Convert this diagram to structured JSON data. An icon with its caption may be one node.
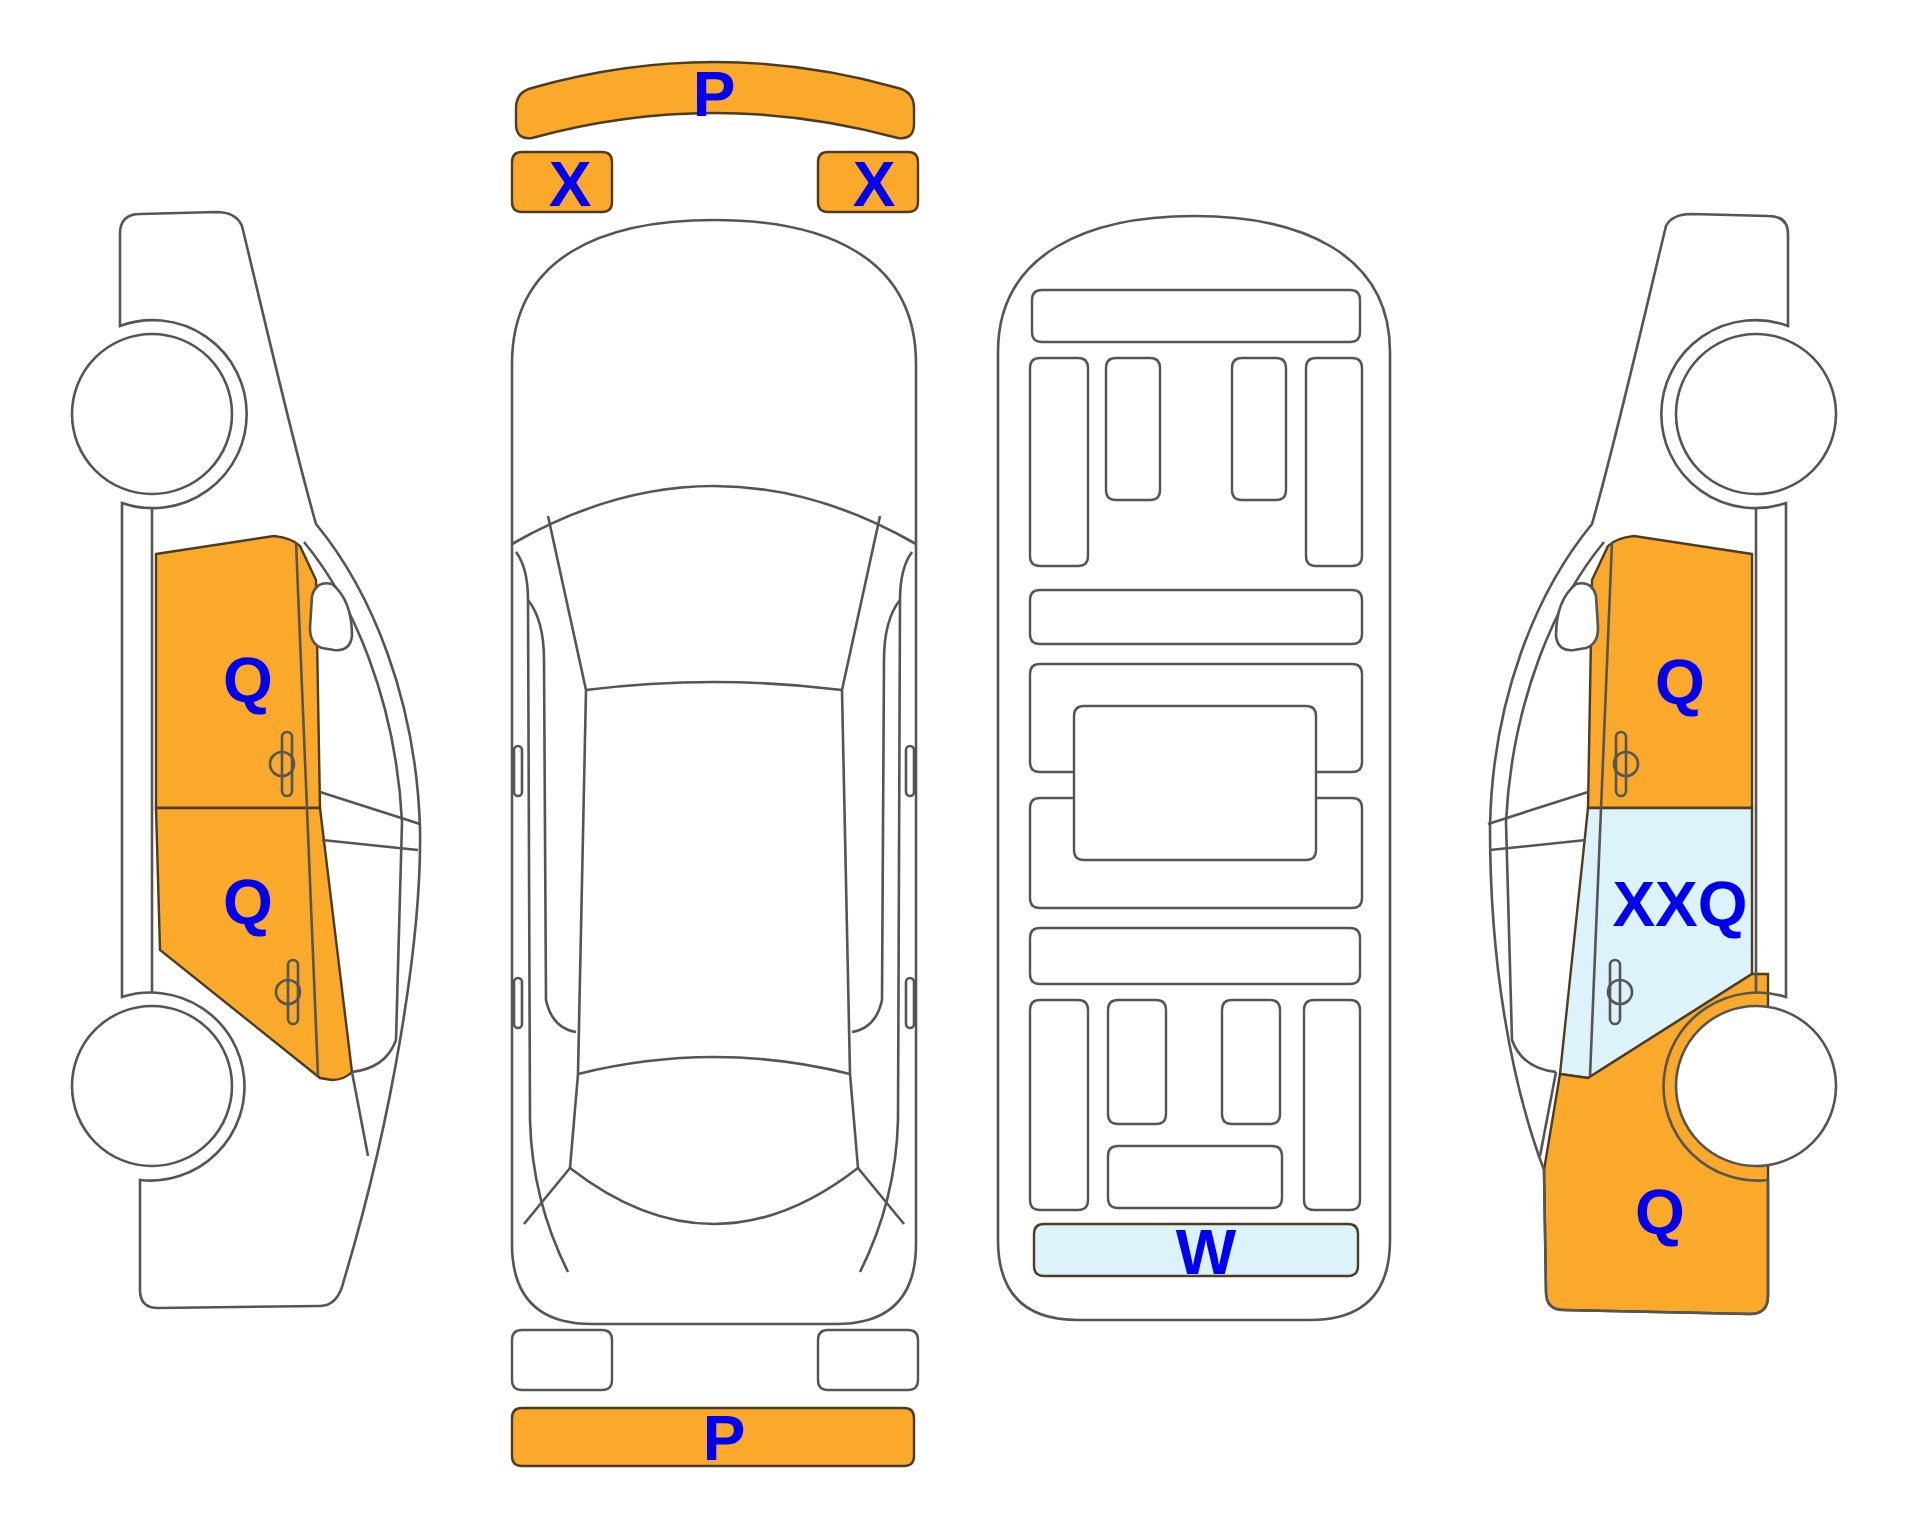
{
  "diagram": {
    "nodes": [
      {
        "text": [
          "Q"
        ]
      },
      {
        "text": [
          "Q"
        ]
      },
      {
        "text": [
          "P"
        ]
      },
      {
        "text": [
          "X"
        ]
      },
      {
        "text": [
          "X"
        ]
      },
      {
        "text": [],
        "shape": "box"
      },
      {
        "text": [],
        "shape": "box"
      },
      {
        "text": [
          "P"
        ]
      },
      {
        "text": [],
        "shape": "box"
      },
      {
        "text": [],
        "shape": "box"
      },
      {
        "text": [],
        "shape": "box"
      },
      {
        "text": [],
        "shape": "box"
      },
      {
        "text": [],
        "shape": "box"
      },
      {
        "text": [],
        "shape": "box"
      },
      {
        "text": [],
        "shape": "box"
      },
      {
        "text": [],
        "shape": "box"
      },
      {
        "text": [],
        "shape": "box"
      },
      {
        "text": [],
        "shape": "box"
      },
      {
        "text": [],
        "shape": "box"
      },
      {
        "text": [],
        "shape": "box"
      },
      {
        "text": [],
        "shape": "box"
      },
      {
        "text": [],
        "shape": "box"
      },
      {
        "text": [],
        "shape": "box"
      },
      {
        "text": [
          "W"
        ]
      },
      {
        "text": [
          "Q"
        ]
      },
      {
        "text": [
          "XXQ"
        ]
      },
      {
        "text": [
          "Q"
        ]
      }
    ]
  }
}
